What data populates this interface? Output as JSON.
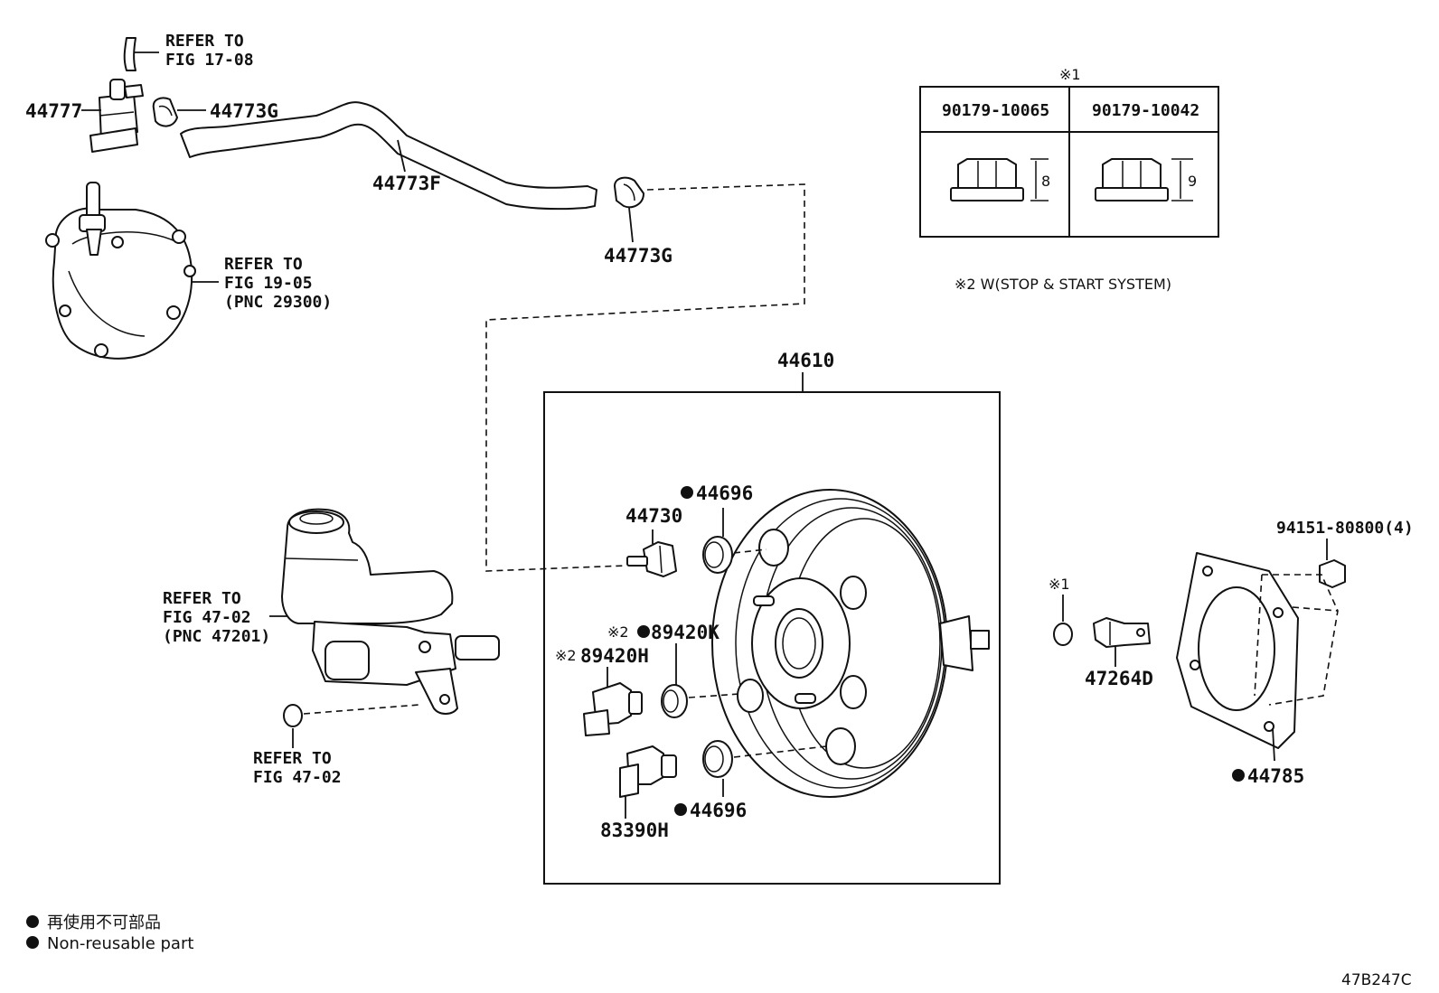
{
  "refs": {
    "fig_17_08": [
      "REFER TO",
      "FIG 17-08"
    ],
    "fig_19_05": [
      "REFER TO",
      "FIG 19-05",
      "(PNC 29300)"
    ],
    "fig_47_02_pnc": [
      "REFER TO",
      "FIG 47-02",
      "(PNC 47201)"
    ],
    "fig_47_02": [
      "REFER TO",
      "FIG 47-02"
    ]
  },
  "parts": {
    "p44777": "44777",
    "p44773G_top": "44773G",
    "p44773F": "44773F",
    "p44773G_mid": "44773G",
    "p44610": "44610",
    "p44696_top": "44696",
    "p44730": "44730",
    "p89420K": "89420K",
    "p89420H": "89420H",
    "p83390H": "83390H",
    "p44696_bot": "44696",
    "p94151": "94151-80800(4)",
    "p47264D": "47264D",
    "p44785": "44785"
  },
  "marks": {
    "note1": "※1",
    "note2": "※2",
    "note2_small": "※2"
  },
  "nut_table": {
    "header_mark": "※1",
    "col1": "90179-10065",
    "col2": "90179-10042",
    "dim1": "8",
    "dim2": "9"
  },
  "note_text": "※2 W(STOP & START SYSTEM)",
  "legend": {
    "jp": "再使用不可部品",
    "en": "Non-reusable part"
  },
  "figure_code": "47B247C"
}
